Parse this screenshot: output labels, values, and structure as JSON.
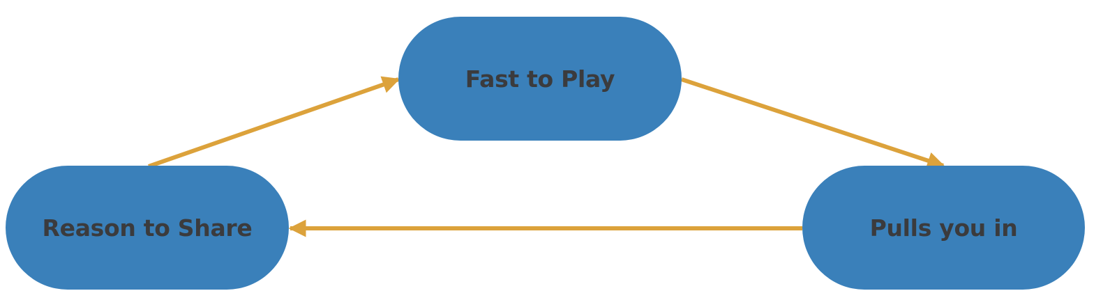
{
  "diagram": {
    "colors": {
      "node_fill": "#3A80BA",
      "node_text": "#3B3B3D",
      "edge": "#DCA23B",
      "background": "#FFFFFF"
    },
    "nodes": [
      {
        "id": "fast",
        "label": "Fast to Play"
      },
      {
        "id": "pulls",
        "label": "Pulls you in"
      },
      {
        "id": "share",
        "label": "Reason to Share"
      }
    ],
    "edges": [
      {
        "from": "share",
        "to": "fast"
      },
      {
        "from": "fast",
        "to": "pulls"
      },
      {
        "from": "pulls",
        "to": "share"
      }
    ]
  }
}
